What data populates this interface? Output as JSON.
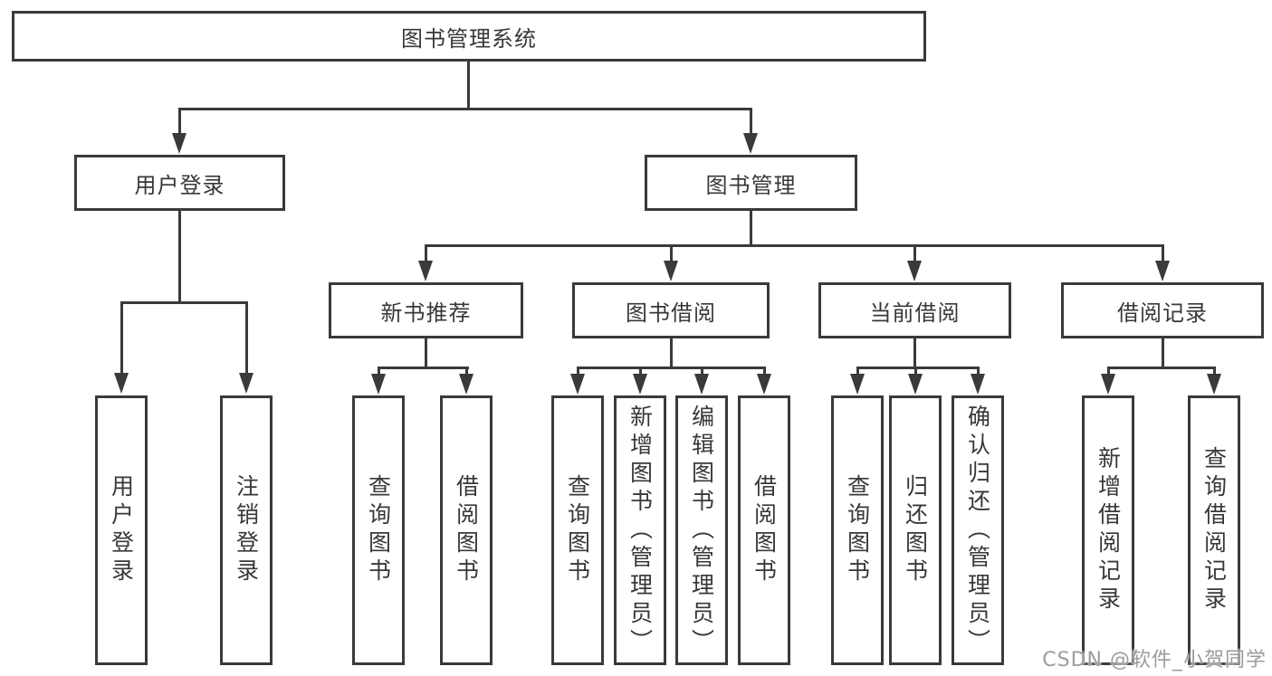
{
  "diagram": {
    "root": "图书管理系统",
    "level2": {
      "login": "用户登录",
      "management": "图书管理"
    },
    "level3": {
      "recommend": "新书推荐",
      "borrow": "图书借阅",
      "current": "当前借阅",
      "records": "借阅记录"
    },
    "leaves": {
      "login": [
        "用户登录",
        "注销登录"
      ],
      "recommend": [
        "查询图书",
        "借阅图书"
      ],
      "borrow": [
        "查询图书",
        "新增图书（管理员）",
        "编辑图书（管理员）",
        "借阅图书"
      ],
      "current": [
        "查询图书",
        "归还图书",
        "确认归还（管理员）"
      ],
      "records": [
        "新增借阅记录",
        "查询借阅记录"
      ]
    },
    "colors": {
      "line": "#3a3a3a",
      "text": "#383838",
      "box_background": "#ffffff",
      "watermark": "#9c9c9c"
    }
  },
  "watermark": {
    "text": "CSDN @软件_小贺同学"
  }
}
